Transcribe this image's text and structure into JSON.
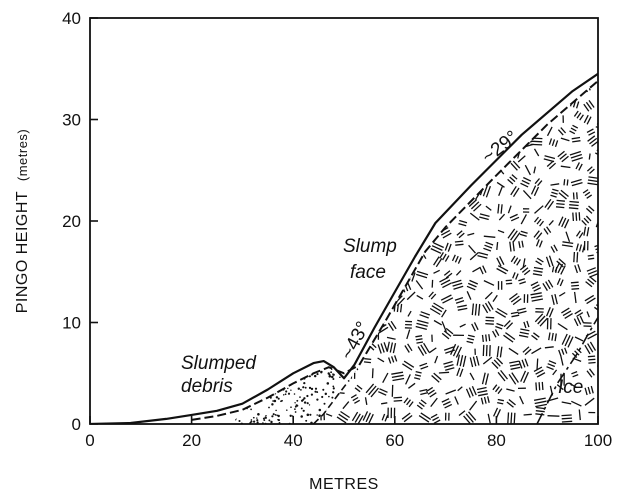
{
  "axes": {
    "xlabel": "METRES",
    "ylabel_main": "PINGO HEIGHT",
    "ylabel_unit": "(metres)",
    "xlim": [
      0,
      100
    ],
    "ylim": [
      0,
      40
    ],
    "x_ticks": [
      "0",
      "20",
      "40",
      "60",
      "80",
      "100"
    ],
    "y_ticks": [
      "0",
      "10",
      "20",
      "30",
      "40"
    ]
  },
  "labels": {
    "slumped_debris_line1": "Slumped",
    "slumped_debris_line2": "debris",
    "slump_face_line1": "Slump",
    "slump_face_line2": "face",
    "angle_lower": "~43°",
    "angle_upper": "~29°",
    "ice": "Ice"
  },
  "profiles": {
    "ground_surface": [
      [
        0,
        0
      ],
      [
        8,
        0.1
      ],
      [
        15,
        0.5
      ],
      [
        20,
        0.9
      ],
      [
        25,
        1.3
      ],
      [
        30,
        2.0
      ],
      [
        35,
        3.4
      ],
      [
        40,
        5.0
      ],
      [
        44,
        6.0
      ],
      [
        46,
        6.2
      ],
      [
        48,
        5.6
      ],
      [
        50,
        4.5
      ],
      [
        52,
        5.8
      ],
      [
        56,
        9.5
      ],
      [
        60,
        13.0
      ],
      [
        64,
        16.5
      ],
      [
        68,
        19.8
      ],
      [
        75,
        23.5
      ],
      [
        85,
        28.5
      ],
      [
        95,
        32.8
      ],
      [
        100,
        34.5
      ]
    ],
    "active_layer_base": [
      [
        20,
        0.4
      ],
      [
        25,
        0.8
      ],
      [
        30,
        1.4
      ],
      [
        35,
        2.6
      ],
      [
        40,
        4.0
      ],
      [
        44,
        5.0
      ],
      [
        47,
        5.6
      ],
      [
        50,
        5.0
      ],
      [
        53,
        5.8
      ],
      [
        58,
        10.0
      ],
      [
        62,
        13.5
      ],
      [
        66,
        17.0
      ],
      [
        70,
        19.4
      ],
      [
        80,
        24.5
      ],
      [
        90,
        29.5
      ],
      [
        100,
        33.8
      ]
    ],
    "debris_base": [
      [
        44,
        0
      ],
      [
        46,
        1.0
      ],
      [
        49,
        3.0
      ],
      [
        51,
        4.3
      ]
    ],
    "ice_boundary": [
      [
        88,
        0
      ],
      [
        90,
        2.0
      ],
      [
        92,
        4.0
      ],
      [
        94,
        5.5
      ],
      [
        96,
        7.0
      ],
      [
        98,
        8.8
      ],
      [
        100,
        10.5
      ]
    ]
  },
  "colors": {
    "line": "#111111",
    "background": "#ffffff"
  }
}
